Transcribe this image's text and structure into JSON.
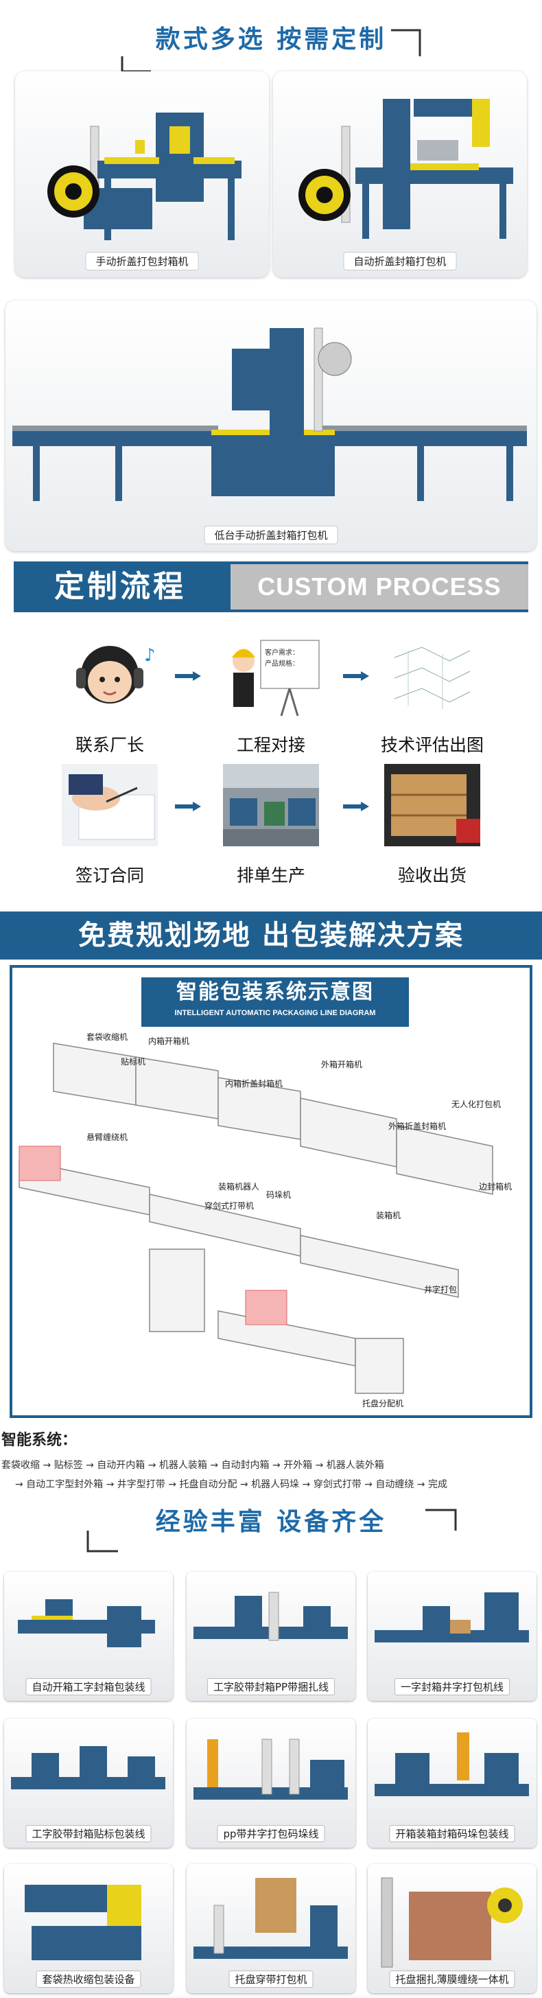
{
  "section1": {
    "title": "款式多选  按需定制",
    "cards": [
      {
        "caption": "手动折盖打包封箱机"
      },
      {
        "caption": "自动折盖封箱打包机"
      },
      {
        "caption": "低台手动折盖封箱打包机"
      }
    ]
  },
  "process": {
    "title_cn": "定制流程",
    "title_en": "CUSTOM PROCESS",
    "steps": [
      {
        "label": "联系厂长"
      },
      {
        "label": "工程对接"
      },
      {
        "label": "技术评估出图"
      },
      {
        "label": "签订合同"
      },
      {
        "label": "排单生产"
      },
      {
        "label": "验收出货"
      }
    ],
    "board_lines": [
      "客户需求：",
      "产品规格："
    ]
  },
  "planning": {
    "banner": "免费规划场地 出包装解决方案",
    "diagram_title_cn": "智能包装系统示意图",
    "diagram_title_en": "INTELLIGENT AUTOMATIC PACKAGING LINE DIAGRAM",
    "labels": [
      "套袋收缩机",
      "贴标机",
      "内箱开箱机",
      "内箱折盖封箱机",
      "外箱开箱机",
      "外箱折盖封箱机",
      "无人化打包机",
      "悬臂缠绕机",
      "装箱机器人",
      "码垛机",
      "穿剑式打带机",
      "装箱机",
      "边封箱机",
      "井字打包",
      "托盘分配机"
    ]
  },
  "system": {
    "heading": "智能系统：",
    "line1": "套袋收缩 → 贴标签 → 自动开内箱 → 机器人装箱 → 自动封内箱 → 开外箱 → 机器人装外箱",
    "line2": "→ 自动工字型封外箱 → 井字型打带 → 托盘自动分配 → 机器人码垛 → 穿剑式打带 → 自动缠绕 → 完成"
  },
  "section4": {
    "title": "经验丰富  设备齐全",
    "cards": [
      {
        "caption": "自动开箱工字封箱包装线"
      },
      {
        "caption": "工字胶带封箱PP带捆扎线"
      },
      {
        "caption": "一字封箱井字打包机线"
      },
      {
        "caption": "工字胶带封箱贴标包装线"
      },
      {
        "caption": "pp带井字打包码垛线"
      },
      {
        "caption": "开箱装箱封箱码垛包装线"
      },
      {
        "caption": "套袋热收缩包装设备"
      },
      {
        "caption": "托盘穿带打包机"
      },
      {
        "caption": "托盘捆扎薄膜缠绕一体机"
      }
    ]
  },
  "colors": {
    "brand_blue": "#1f5f8f",
    "title_blue": "#1e6aa8",
    "machine_blue": "#2f5f88",
    "yellow": "#e8d21a"
  }
}
